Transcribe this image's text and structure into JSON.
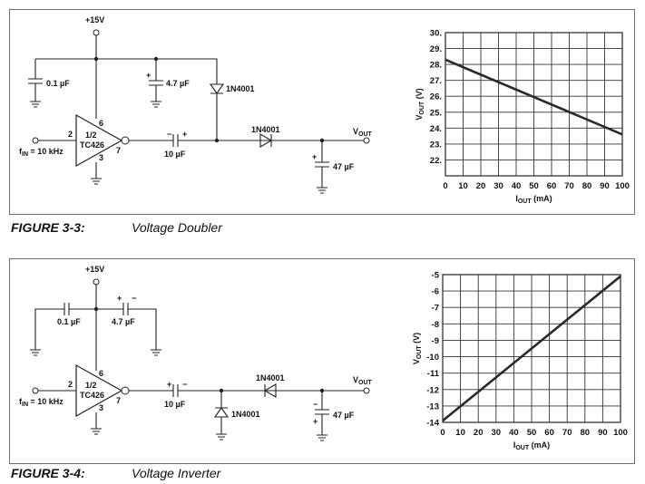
{
  "figures": [
    {
      "caption_number": "FIGURE 3-3:",
      "caption_title": "Voltage Doubler",
      "circuit": {
        "supply": "+15V",
        "cap_small": "0.1 µF",
        "cap_bypass": "4.7 µF",
        "diode_top": "1N4001",
        "diode_series": "1N4001",
        "cap_coupling": "10 µF",
        "cap_output": "47 µF",
        "ic_half": "1/2",
        "ic_name": "TC426",
        "pin_in": "2",
        "pin_vdd": "6",
        "pin_out": "7",
        "pin_gnd": "3",
        "fin_label": "f",
        "fin_sub": "IN",
        "fin_value": " = 10 kHz",
        "vout_label": "V",
        "vout_sub": "OUT",
        "plus": "+",
        "minus": "−"
      },
      "chart_data": {
        "type": "line",
        "xlabel_main": "I",
        "xlabel_sub": "OUT",
        "xlabel_unit": " (mA)",
        "ylabel_main": "V",
        "ylabel_sub": "OUT",
        "ylabel_unit": " (V)",
        "x_ticks": [
          "0",
          "10",
          "20",
          "30",
          "40",
          "50",
          "60",
          "70",
          "80",
          "90",
          "100"
        ],
        "y_ticks": [
          "30.",
          "29.",
          "28.",
          "27.",
          "26.",
          "25.",
          "24.",
          "23.",
          "22."
        ],
        "xlim": [
          0,
          100
        ],
        "ylim": [
          21,
          30
        ],
        "grid": true,
        "series": [
          {
            "x": [
              0,
              100
            ],
            "y": [
              28.3,
              23.6
            ]
          }
        ]
      }
    },
    {
      "caption_number": "FIGURE 3-4:",
      "caption_title": "Voltage Inverter",
      "circuit": {
        "supply": "+15V",
        "cap_small": "0.1 µF",
        "cap_bypass": "4.7 µF",
        "diode_series": "1N4001",
        "diode_shunt": "1N4001",
        "cap_coupling": "10 µF",
        "cap_output": "47 µF",
        "ic_half": "1/2",
        "ic_name": "TC426",
        "pin_in": "2",
        "pin_vdd": "6",
        "pin_out": "7",
        "pin_gnd": "3",
        "fin_label": "f",
        "fin_sub": "IN",
        "fin_value": " = 10 kHz",
        "vout_label": "V",
        "vout_sub": "OUT",
        "plus": "+",
        "minus": "−"
      },
      "chart_data": {
        "type": "line",
        "xlabel_main": "I",
        "xlabel_sub": "OUT",
        "xlabel_unit": " (mA)",
        "ylabel_main": "V",
        "ylabel_sub": "OUT",
        "ylabel_unit": " (V)",
        "x_ticks": [
          "0",
          "10",
          "20",
          "30",
          "40",
          "50",
          "60",
          "70",
          "80",
          "90",
          "100"
        ],
        "y_ticks": [
          "-5",
          "-6",
          "-7",
          "-8",
          "-9",
          "-10",
          "-11",
          "-12",
          "-13",
          "-14"
        ],
        "xlim": [
          0,
          100
        ],
        "ylim": [
          -14,
          -5
        ],
        "grid": true,
        "series": [
          {
            "x": [
              0,
              100
            ],
            "y": [
              -13.9,
              -5.1
            ]
          }
        ]
      }
    }
  ]
}
